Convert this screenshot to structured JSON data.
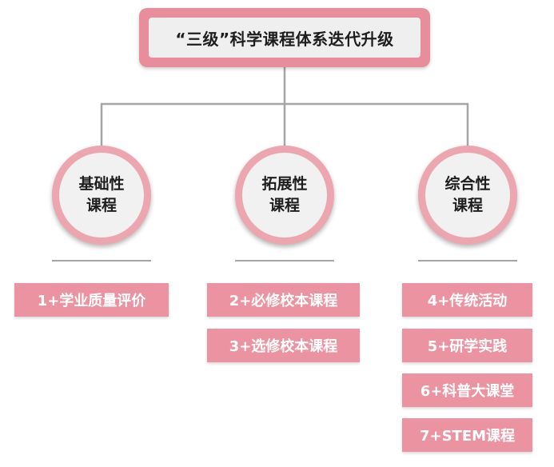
{
  "title": "“三级”科学课程体系迭代升级",
  "branches": [
    {
      "label_line1": "基础性",
      "label_line2": "课程",
      "items": [
        "1+学业质量评价"
      ]
    },
    {
      "label_line1": "拓展性",
      "label_line2": "课程",
      "items": [
        "2+必修校本课程",
        "3+选修校本课程"
      ]
    },
    {
      "label_line1": "综合性",
      "label_line2": "课程",
      "items": [
        "4+传统活动",
        "5+研学实践",
        "6+科普大课堂",
        "7+STEM课程"
      ]
    }
  ],
  "colors": {
    "frame_pink": "#e88d9b",
    "circle_ring": "#eba6b0",
    "box_fill": "#eb93a1",
    "connector": "#a5a5a5"
  }
}
